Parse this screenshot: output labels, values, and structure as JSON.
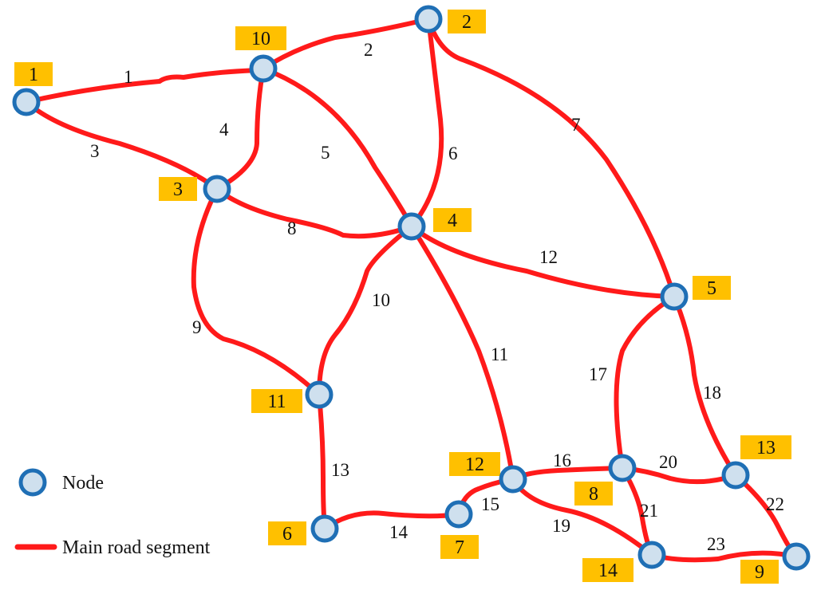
{
  "colors": {
    "road": "#ff1a1a",
    "node_fill": "#cfe0ee",
    "node_stroke": "#1f6fb5",
    "label_box": "#ffc000"
  },
  "nodes": [
    {
      "id": "1",
      "label": "1"
    },
    {
      "id": "2",
      "label": "2"
    },
    {
      "id": "3",
      "label": "3"
    },
    {
      "id": "4",
      "label": "4"
    },
    {
      "id": "5",
      "label": "5"
    },
    {
      "id": "6",
      "label": "6"
    },
    {
      "id": "7",
      "label": "7"
    },
    {
      "id": "8",
      "label": "8"
    },
    {
      "id": "9",
      "label": "9"
    },
    {
      "id": "10",
      "label": "10"
    },
    {
      "id": "11",
      "label": "11"
    },
    {
      "id": "12",
      "label": "12"
    },
    {
      "id": "13",
      "label": "13"
    },
    {
      "id": "14",
      "label": "14"
    }
  ],
  "segments": [
    {
      "id": "1",
      "label": "1",
      "from": "1",
      "to": "10"
    },
    {
      "id": "2",
      "label": "2",
      "from": "10",
      "to": "2"
    },
    {
      "id": "3",
      "label": "3",
      "from": "1",
      "to": "3"
    },
    {
      "id": "4",
      "label": "4",
      "from": "3",
      "to": "10"
    },
    {
      "id": "5",
      "label": "5",
      "from": "10",
      "to": "4"
    },
    {
      "id": "6",
      "label": "6",
      "from": "2",
      "to": "4"
    },
    {
      "id": "7",
      "label": "7",
      "from": "2",
      "to": "5"
    },
    {
      "id": "8",
      "label": "8",
      "from": "3",
      "to": "4"
    },
    {
      "id": "9",
      "label": "9",
      "from": "3",
      "to": "11"
    },
    {
      "id": "10",
      "label": "10",
      "from": "4",
      "to": "11"
    },
    {
      "id": "11",
      "label": "11",
      "from": "4",
      "to": "12"
    },
    {
      "id": "12",
      "label": "12",
      "from": "4",
      "to": "5"
    },
    {
      "id": "13",
      "label": "13",
      "from": "11",
      "to": "6"
    },
    {
      "id": "14",
      "label": "14",
      "from": "6",
      "to": "7"
    },
    {
      "id": "15",
      "label": "15",
      "from": "7",
      "to": "12"
    },
    {
      "id": "16",
      "label": "16",
      "from": "12",
      "to": "8"
    },
    {
      "id": "17",
      "label": "17",
      "from": "5",
      "to": "8"
    },
    {
      "id": "18",
      "label": "18",
      "from": "5",
      "to": "13"
    },
    {
      "id": "19",
      "label": "19",
      "from": "12",
      "to": "14"
    },
    {
      "id": "20",
      "label": "20",
      "from": "8",
      "to": "13"
    },
    {
      "id": "21",
      "label": "21",
      "from": "8",
      "to": "14"
    },
    {
      "id": "22",
      "label": "22",
      "from": "13",
      "to": "9"
    },
    {
      "id": "23",
      "label": "23",
      "from": "14",
      "to": "9"
    }
  ],
  "legend": {
    "node_label": "Node",
    "road_label": "Main road segment"
  }
}
